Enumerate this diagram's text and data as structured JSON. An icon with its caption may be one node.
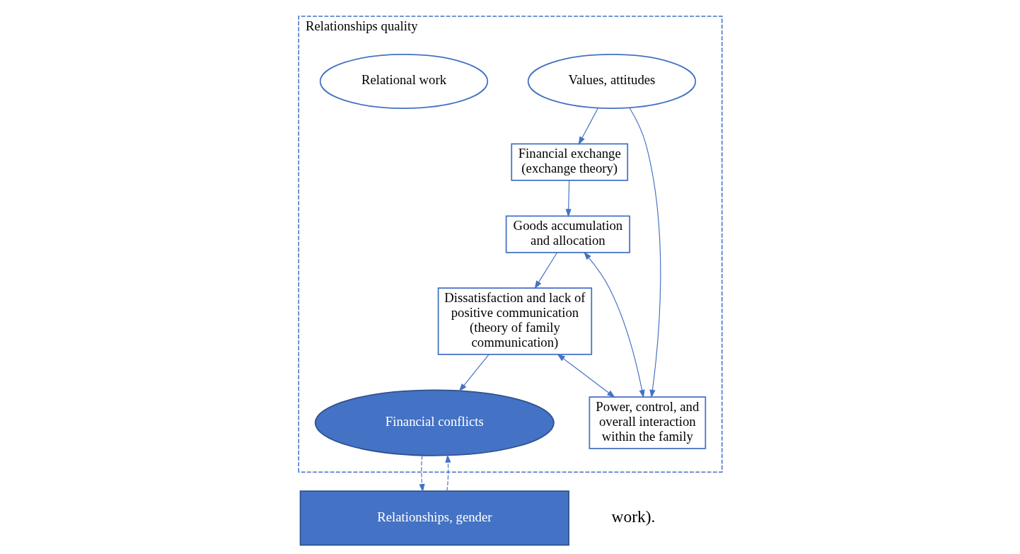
{
  "diagram": {
    "nodes": [
      {
        "text": [
          "Relationships, gender"
        ]
      },
      {
        "text": [
          "Relationships quality"
        ]
      },
      {
        "text": [
          "Financial exchange (exchange theory)"
        ],
        "in": 1
      },
      {
        "text": [
          "Values, attitudes"
        ],
        "in": 1
      },
      {
        "text": [
          "Relational work"
        ],
        "in": 1
      },
      {
        "text": [
          "Goods accumulation and allocation"
        ],
        "in": 1
      },
      {
        "text": [
          "Power, control, and overall interaction within the family"
        ],
        "in": 1
      },
      {
        "text": [
          "Dissatisfaction and lack of positive communication (theory of family communication)"
        ],
        "in": 1
      },
      {
        "text": [
          "Financial conflicts"
        ],
        "in": 1
      }
    ],
    "edges": [
      {
        "from": 3,
        "to": 2,
        "arrow": "to"
      },
      {
        "from": 2,
        "to": 5,
        "arrow": "to"
      },
      {
        "from": 3,
        "to": 6,
        "arrow": "to"
      },
      {
        "from": 5,
        "to": 6,
        "arrow": "both"
      },
      {
        "from": 5,
        "to": 7,
        "arrow": "to"
      },
      {
        "from": 7,
        "to": 6,
        "arrow": "both"
      },
      {
        "from": 7,
        "to": 8,
        "arrow": "to"
      },
      {
        "from": 0,
        "to": 8,
        "arrow": "to",
        "style": "dashed"
      },
      {
        "from": 8,
        "to": 0,
        "arrow": "to",
        "style": "dashed"
      }
    ],
    "labels": [
      "work)."
    ]
  }
}
